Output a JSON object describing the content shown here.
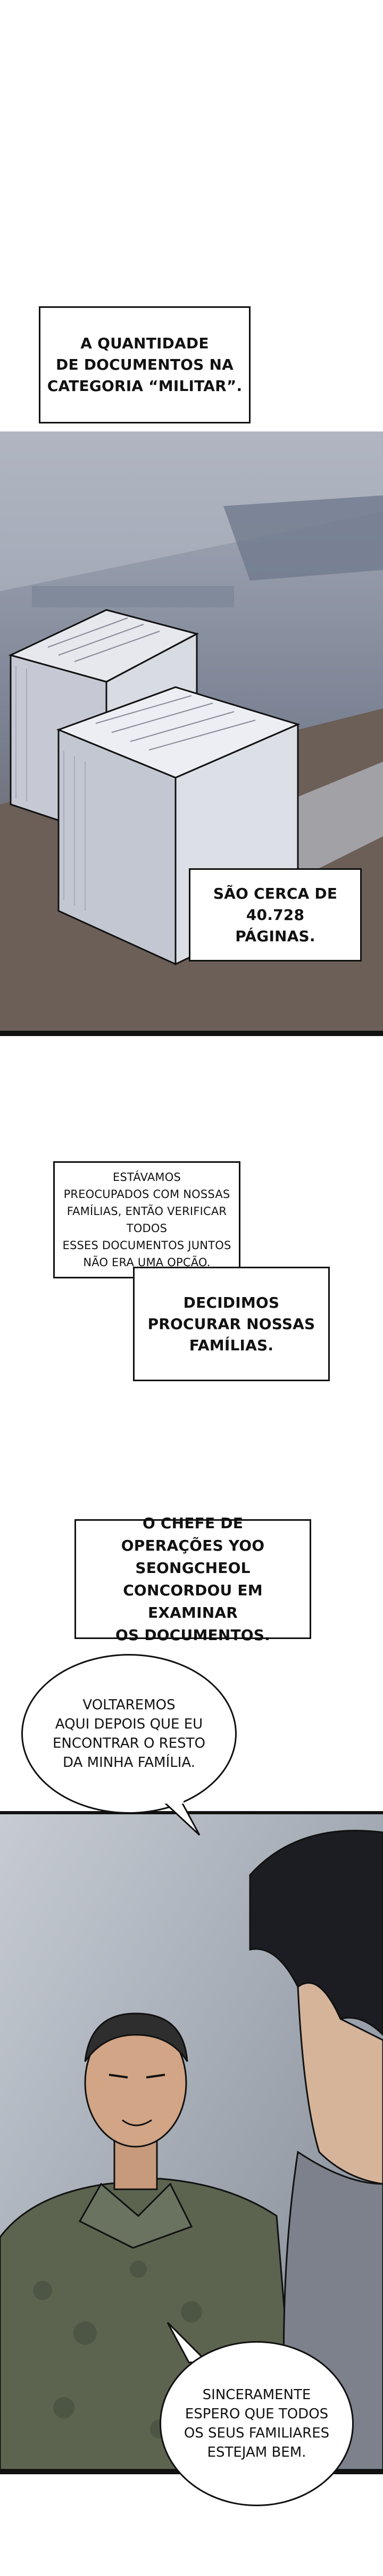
{
  "captions": {
    "quantidade": "A QUANTIDADE\nDE DOCUMENTOS NA\nCATEGORIA “MILITAR”.",
    "paginas": "SÃO CERCA DE 40.728\nPÁGINAS.",
    "preocupados": "ESTÁVAMOS\nPREOCUPADOS COM NOSSAS\nFAMÍLIAS, ENTÃO VERIFICAR TODOS\nESSES DOCUMENTOS JUNTOS\nNÃO ERA UMA OPÇÃO.",
    "decidimos": "DECIDIMOS\nPROCURAR NOSSAS\nFAMÍLIAS.",
    "chefe": "O CHEFE DE\nOPERAÇÕES YOO SEONGCHEOL\nCONCORDOU EM EXAMINAR\nOS DOCUMENTOS."
  },
  "bubbles": {
    "voltaremos": "VOLTAREMOS\nAQUI DEPOIS QUE EU\nENCONTRAR O RESTO\nDA MINHA FAMÍLIA.",
    "sinceramente": "SINCERAMENTE\nESPERO QUE TODOS\nOS SEUS FAMILIARES\nESTEJAM BEM."
  },
  "colors": {
    "panel1_bg": "#8c93a4",
    "panel2_bg": "#9aa2ad",
    "camouflage": "#5c6450"
  }
}
